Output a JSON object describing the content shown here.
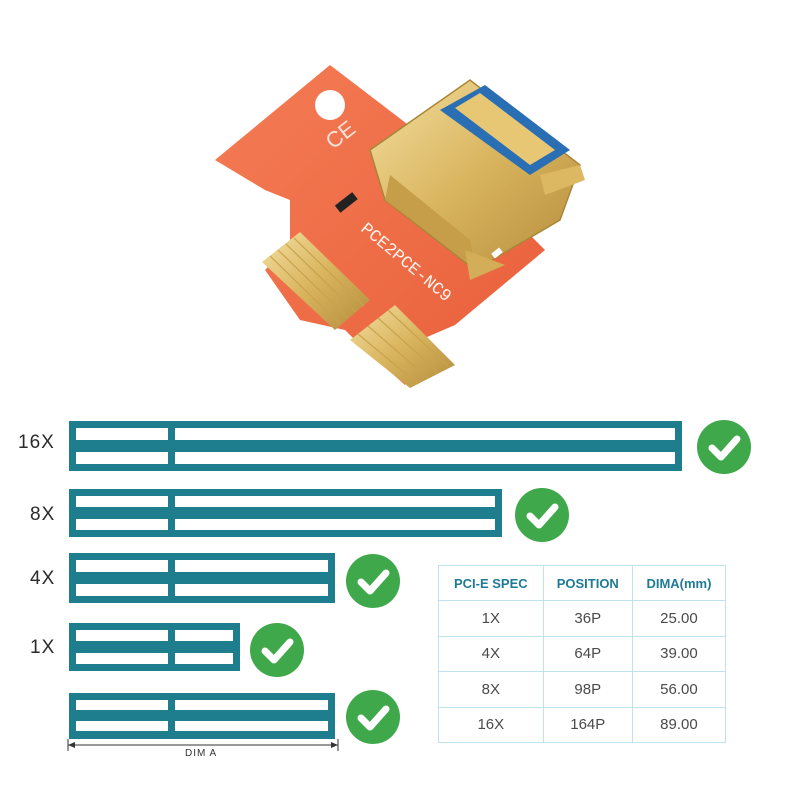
{
  "riser": {
    "silkscreen": "PCE2PCE-NC9"
  },
  "slots": [
    {
      "label": "16X",
      "compatible": true
    },
    {
      "label": "8X",
      "compatible": true
    },
    {
      "label": "4X",
      "compatible": true
    },
    {
      "label": "1X",
      "compatible": true
    },
    {
      "label": "",
      "compatible": true
    }
  ],
  "dimension_label": "DIM A",
  "spec_table": {
    "headers": [
      "PCI-E SPEC",
      "POSITION",
      "DIMA(mm)"
    ],
    "rows": [
      [
        "1X",
        "36P",
        "25.00"
      ],
      [
        "4X",
        "64P",
        "39.00"
      ],
      [
        "8X",
        "98P",
        "56.00"
      ],
      [
        "16X",
        "164P",
        "89.00"
      ]
    ]
  },
  "colors": {
    "slot": "#1e7e8e",
    "check": "#3fa84a",
    "pcb": "#ef6a45",
    "gold": "#e4c26a",
    "table_header": "#1f7a96"
  }
}
